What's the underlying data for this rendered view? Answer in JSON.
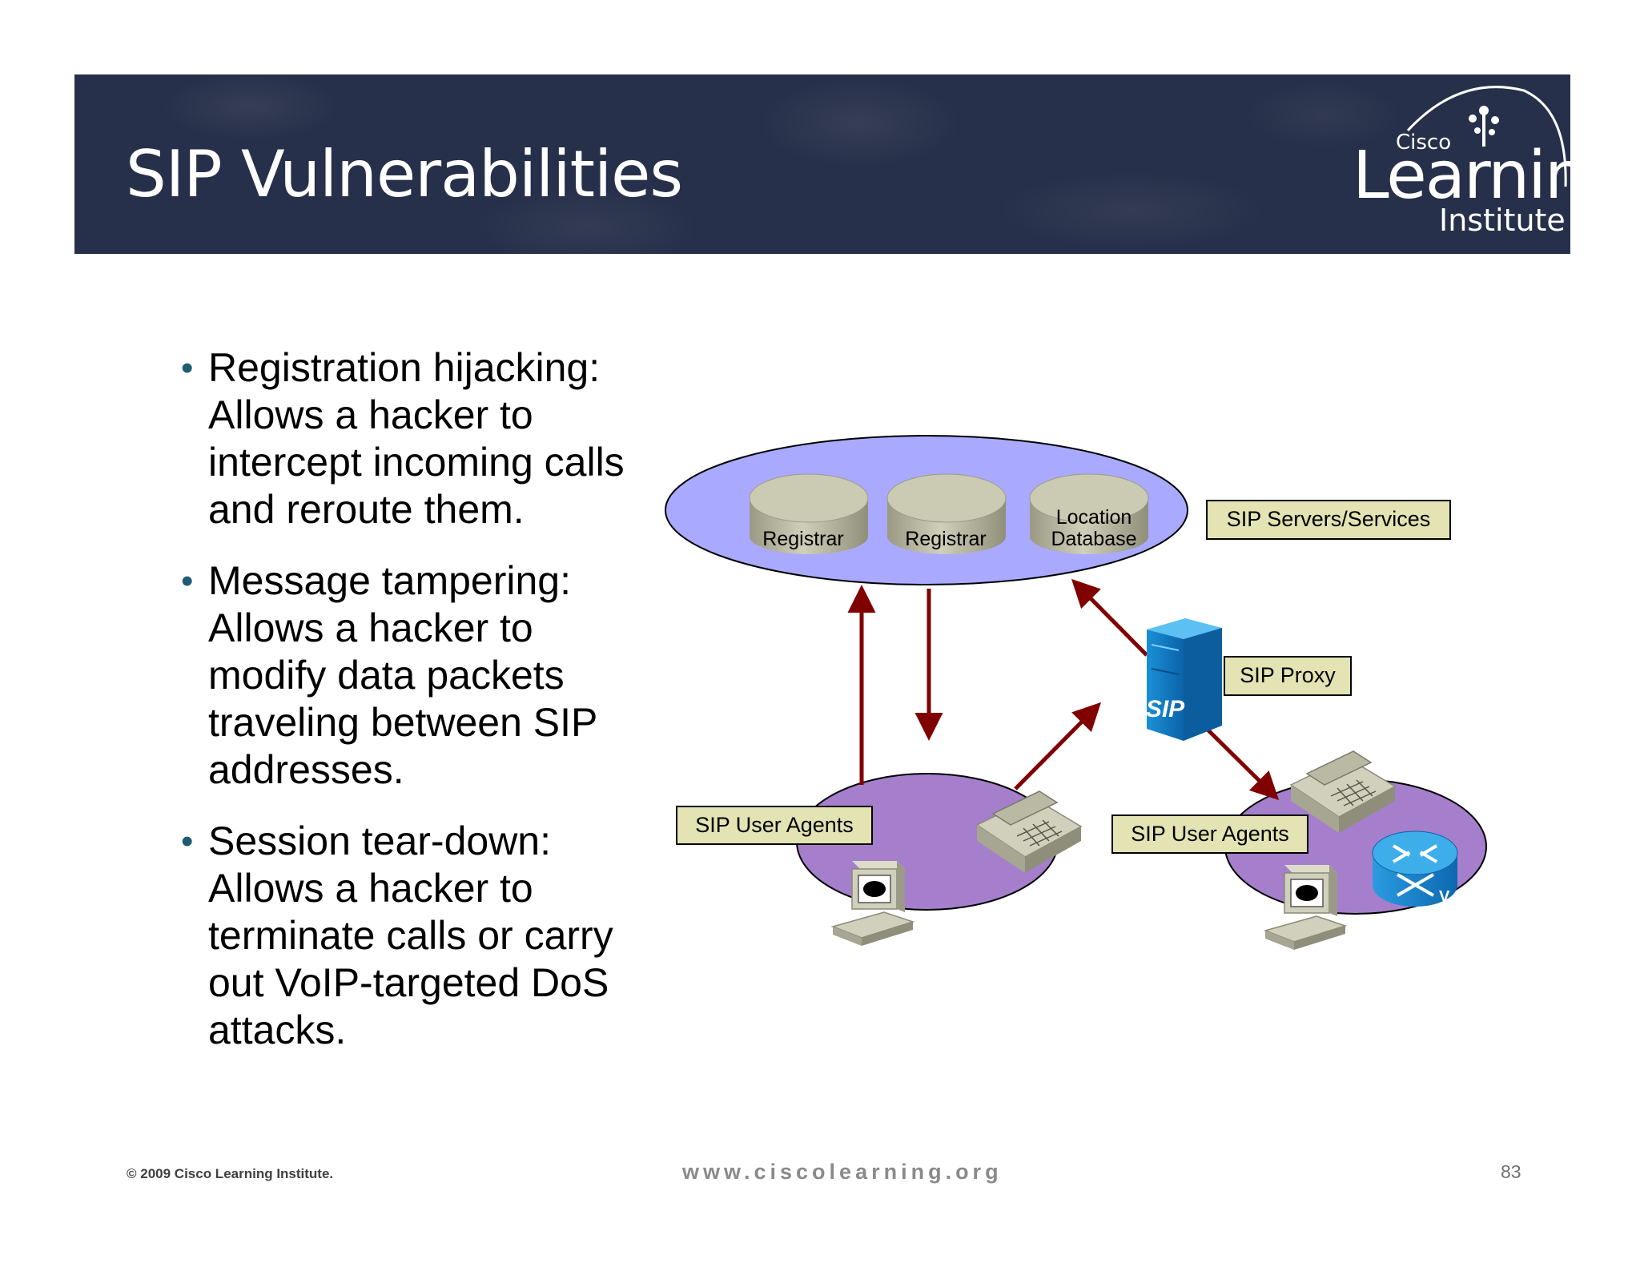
{
  "header": {
    "title": "SIP Vulnerabilities",
    "logo": {
      "cisco": "Cisco",
      "learning": "Learning",
      "institute": "Institute"
    }
  },
  "bullets": [
    {
      "text": "Registration hijacking: Allows a hacker to intercept incoming calls and reroute them."
    },
    {
      "text": "Message tampering: Allows a hacker to modify data packets traveling between SIP addresses."
    },
    {
      "text": "Session tear-down: Allows a hacker to terminate calls or carry out VoIP-targeted DoS attacks."
    }
  ],
  "diagram": {
    "servers": {
      "label": "SIP Servers/Services",
      "registrar_1": "Registrar",
      "registrar_2": "Registrar",
      "location_db": [
        "Location",
        "Database"
      ]
    },
    "proxy": {
      "label": "SIP Proxy",
      "icon_text": "SIP"
    },
    "user_agents_left": "SIP User Agents",
    "user_agents_right": "SIP User Agents",
    "colors": {
      "server_cloud": "#a9aaff",
      "agent_cloud": "#a57fcc",
      "arrow": "#800000",
      "label_box": "#e3e3b3"
    }
  },
  "footer": {
    "copyright": "© 2009 Cisco Learning Institute.",
    "url": "www.ciscolearning.org",
    "page": "83"
  }
}
